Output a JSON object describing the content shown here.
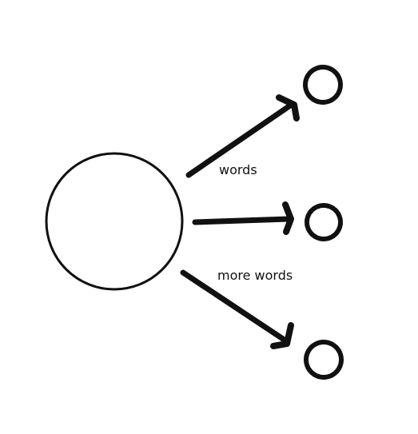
{
  "diagram": {
    "labels": {
      "top": "words",
      "bottom": "more words"
    },
    "colors": {
      "ink": "#111111",
      "background": "#ffffff"
    },
    "elements": {
      "source": "circle",
      "targets": [
        "dotted-circle",
        "dotted-circle",
        "dotted-circle"
      ],
      "connectors": [
        "arrow",
        "arrow",
        "arrow"
      ]
    }
  }
}
